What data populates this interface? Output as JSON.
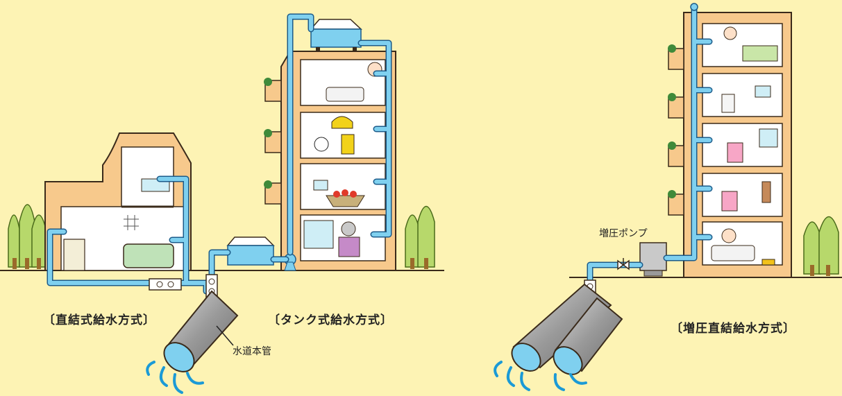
{
  "labels": {
    "direct": "〔直結式給水方式〕",
    "tank": "〔タンク式給水方式〕",
    "booster_direct": "〔増圧直結給水方式〕",
    "water_main": "水道本管",
    "booster_pump": "増圧ポンプ"
  },
  "colors": {
    "background": "#fdf3b4",
    "pipe": "#7fd0ef",
    "pipe_outline": "#1b5b8a",
    "building": "#f7c98c",
    "building_outline": "#3a2a1a",
    "tree": "#b7d86b",
    "main_pipe": "#a5a5a5"
  }
}
